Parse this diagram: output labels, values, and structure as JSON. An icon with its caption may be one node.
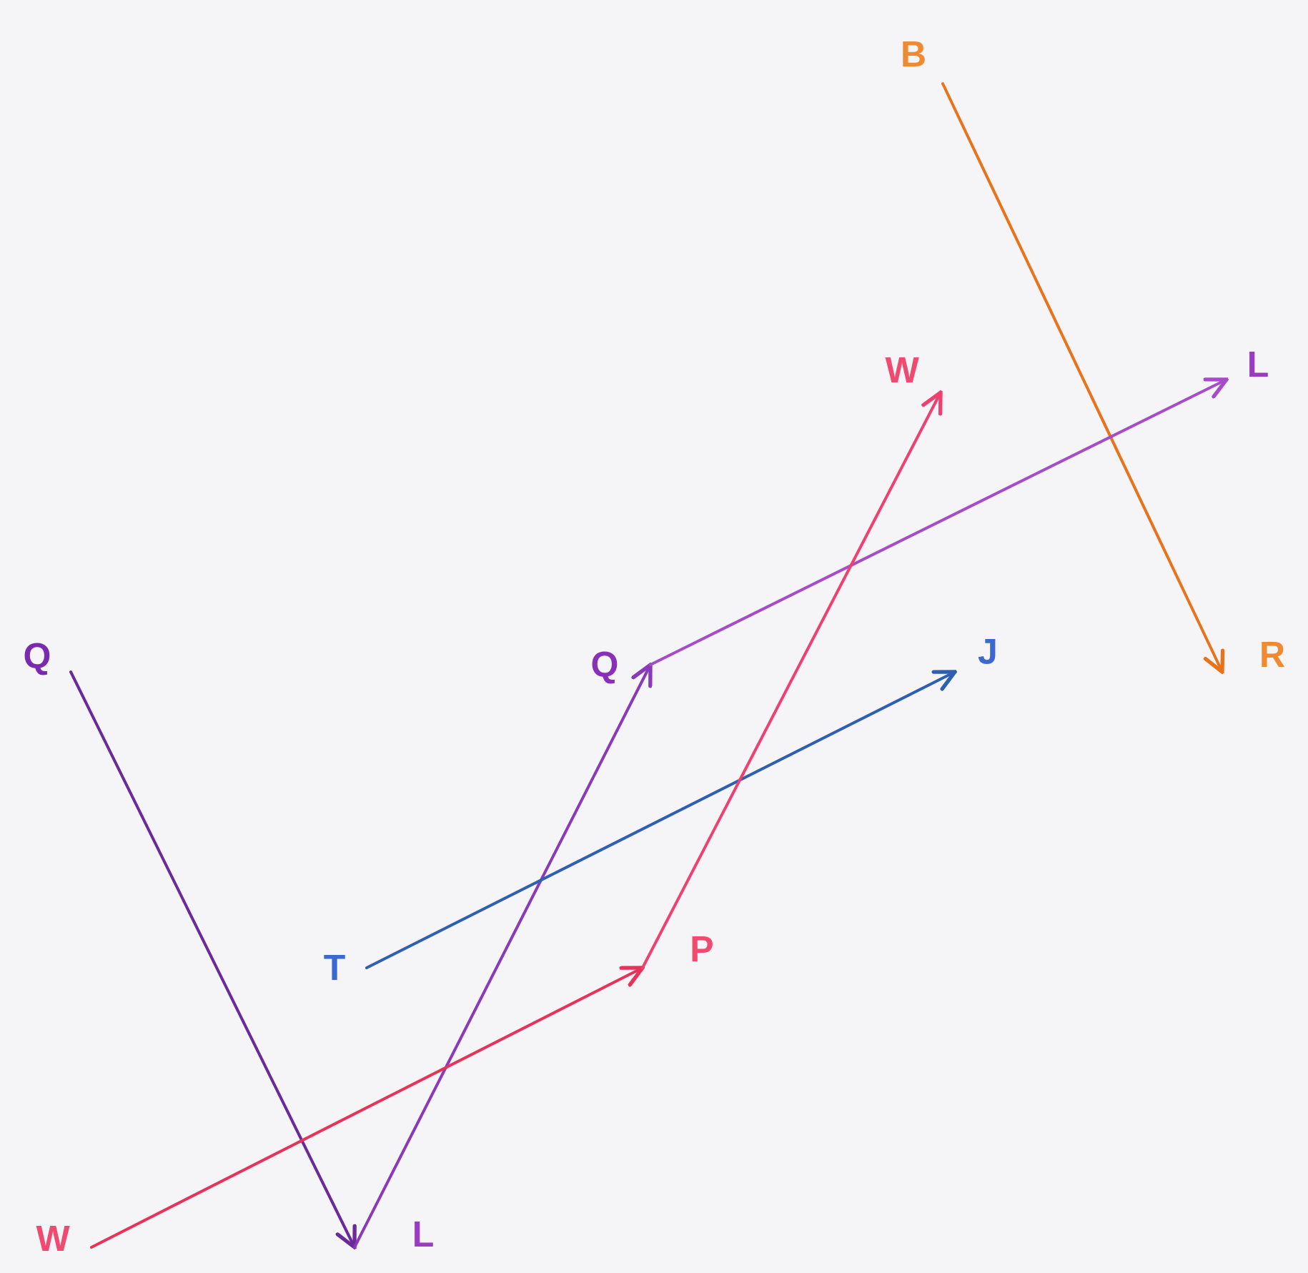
{
  "diagram": {
    "nodes": [
      {
        "text": [
          "B"
        ]
      },
      {
        "text": [
          "L"
        ]
      },
      {
        "text": [
          "W"
        ]
      },
      {
        "text": [
          "Q"
        ]
      },
      {
        "text": [
          "Q"
        ]
      },
      {
        "text": [
          "J"
        ]
      },
      {
        "text": [
          "R"
        ]
      },
      {
        "text": [
          "T"
        ]
      },
      {
        "text": [
          "P"
        ]
      },
      {
        "text": [
          "W"
        ]
      },
      {
        "text": [
          "L"
        ]
      }
    ],
    "edges": [
      {
        "from": 0,
        "to": 6,
        "arrow": "to",
        "color": "#e8731a"
      },
      {
        "from": 3,
        "to": 10,
        "arrow": "to",
        "color": "#6a2a9a"
      },
      {
        "from": 10,
        "to": 4,
        "arrow": "to",
        "color": "#8a3ab8"
      },
      {
        "from": 4,
        "to": 1,
        "arrow": "to",
        "color": "#a64cc8"
      },
      {
        "from": 7,
        "to": 5,
        "arrow": "to",
        "color": "#2f5fb0"
      },
      {
        "from": 9,
        "to": 8,
        "arrow": "to",
        "color": "#e8325a"
      },
      {
        "from": 8,
        "to": 2,
        "arrow": "to",
        "color": "#f04070"
      }
    ]
  }
}
